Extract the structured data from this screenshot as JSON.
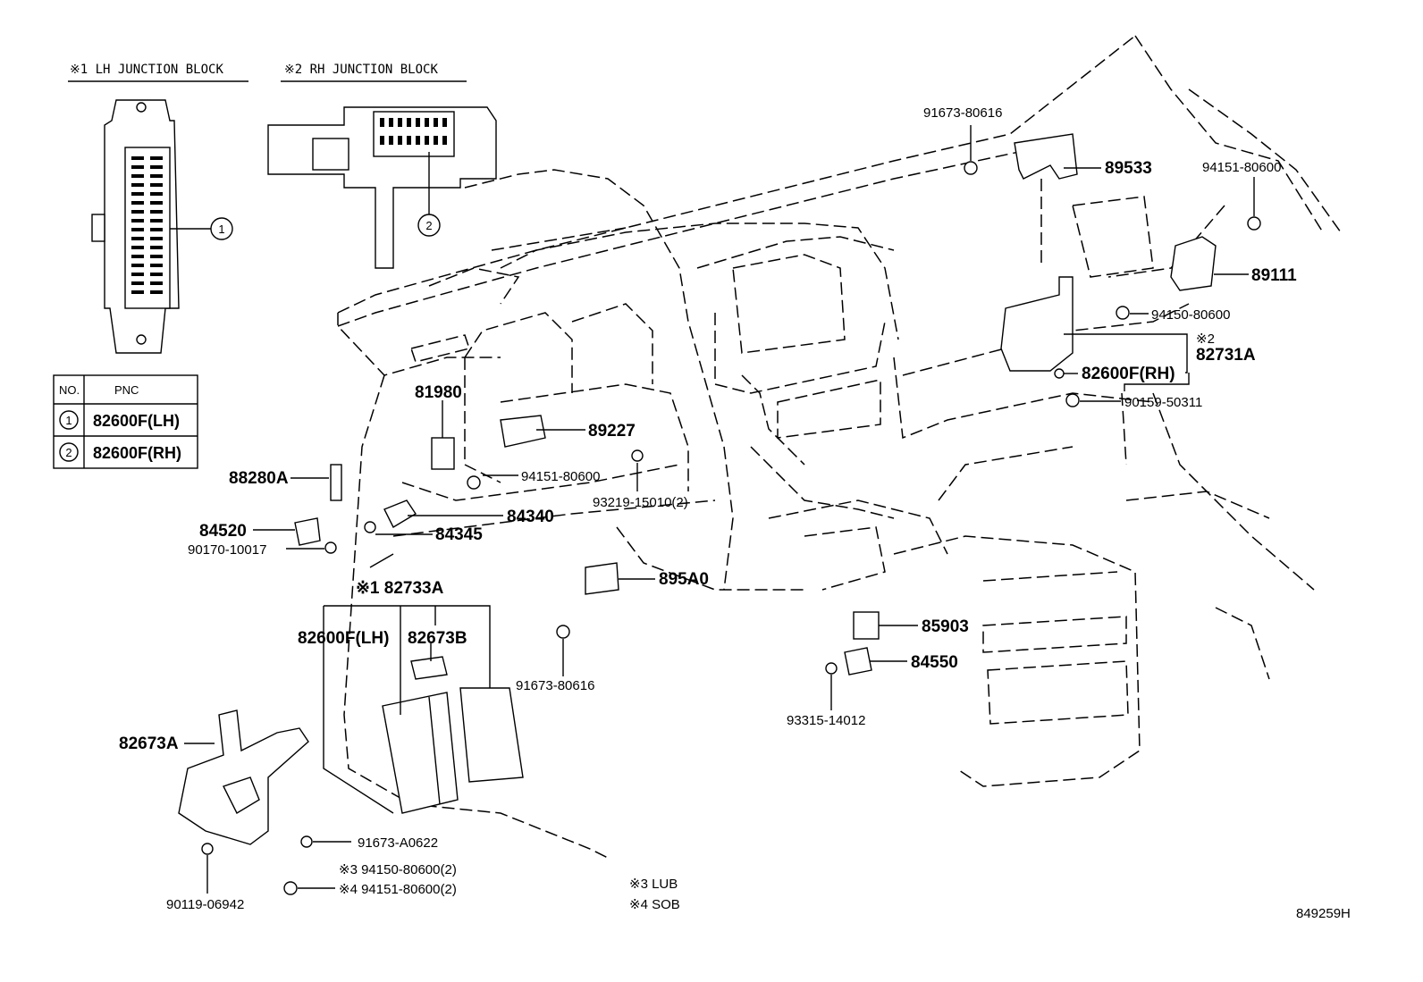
{
  "legend": {
    "lh_header": "※1 LH JUNCTION BLOCK",
    "rh_header": "※2 RH JUNCTION BLOCK",
    "callout_1": "1",
    "callout_2": "2",
    "table": {
      "col_no": "NO.",
      "col_pnc": "PNC",
      "rows": [
        {
          "no": "1",
          "pnc": "82600F(LH)"
        },
        {
          "no": "2",
          "pnc": "82600F(RH)"
        }
      ]
    }
  },
  "labels": {
    "p91673_80616_top": "91673-80616",
    "p89533": "89533",
    "p94151_80600_top": "94151-80600",
    "p89111": "89111",
    "p94150_80600": "94150-80600",
    "p82731A_note": "※2",
    "p82731A": "82731A",
    "p82600F_RH": "82600F(RH)",
    "p90159_50311": "90159-50311",
    "p81980": "81980",
    "p89227": "89227",
    "p94151_80600_mid": "94151-80600",
    "p88280A": "88280A",
    "p84340": "84340",
    "p93219_15010": "93219-15010(2)",
    "p84345": "84345",
    "p84520": "84520",
    "p90170_10017": "90170-10017",
    "p82733A": "※1 82733A",
    "p895A0": "895A0",
    "p82600F_LH": "82600F(LH)",
    "p82673B": "82673B",
    "p91673_80616_bot": "91673-80616",
    "p85903": "85903",
    "p84550": "84550",
    "p93315_14012": "93315-14012",
    "p82673A": "82673A",
    "p91673_A0622": "91673-A0622",
    "p94150_80600_2": "※3 94150-80600(2)",
    "p94151_80600_2": "※4 94151-80600(2)",
    "p90119_06942": "90119-06942"
  },
  "notes": {
    "note3": "※3  LUB",
    "note4": "※4  SOB",
    "diagram_code": "849259H"
  }
}
